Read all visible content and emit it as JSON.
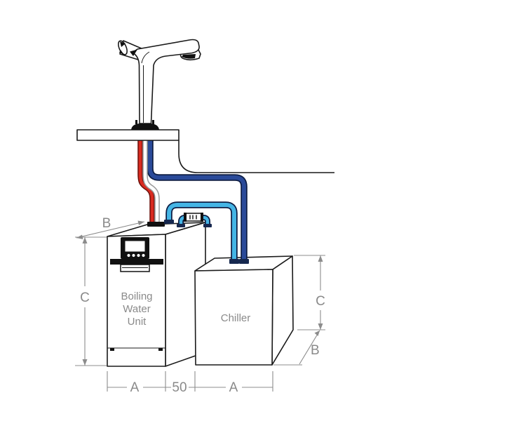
{
  "diagram": {
    "type": "installation-diagram",
    "units": {
      "boiling_water_unit": {
        "l1": "Boiling",
        "l2": "Water",
        "l3": "Unit"
      },
      "chiller": {
        "label": "Chiller"
      }
    },
    "dimensions": {
      "bwu_depth": "B",
      "bwu_height": "C",
      "bwu_width": "A",
      "gap": "50",
      "chiller_width": "A",
      "chiller_height": "C",
      "chiller_depth": "B"
    },
    "colors": {
      "hot_pipe": "#d92b20",
      "neutral_pipe": "#ffffff",
      "cold_pipe": "#2a4a99",
      "chilled_pipe": "#45b5e5",
      "pipe_outline": "#0d1d44",
      "linework": "#1a1a1a",
      "dimension": "#8c8c8c"
    }
  }
}
